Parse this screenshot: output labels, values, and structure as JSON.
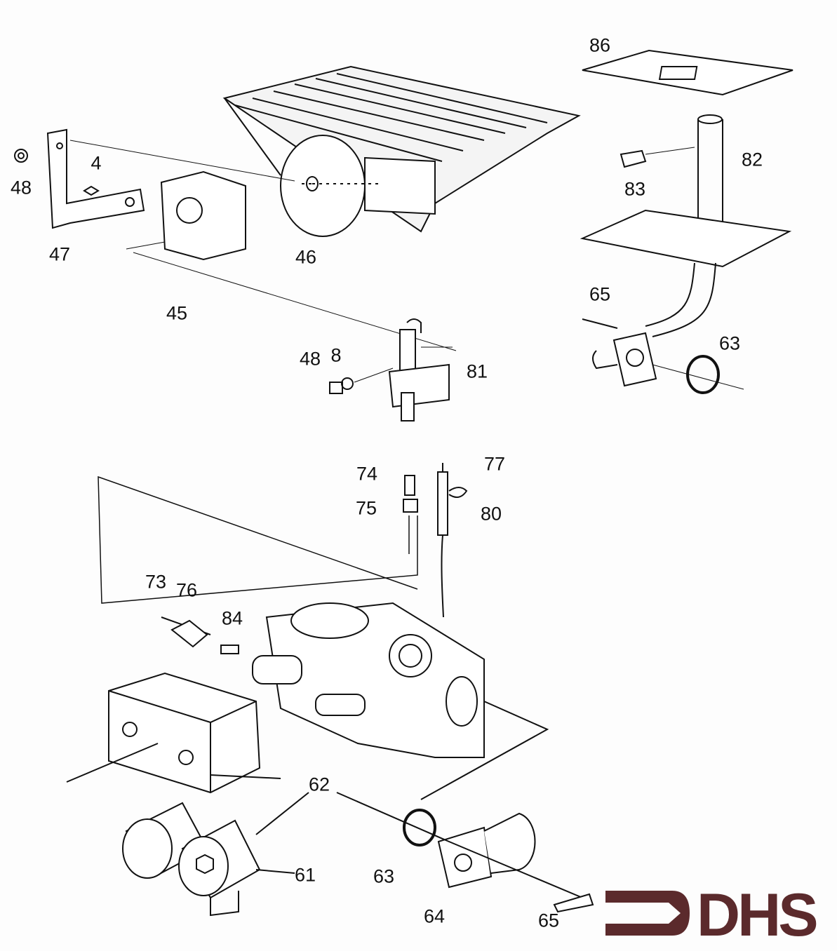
{
  "diagram": {
    "labels": [
      "86",
      "48",
      "4",
      "47",
      "46",
      "45",
      "83",
      "82",
      "65",
      "63",
      "48",
      "8",
      "81",
      "74",
      "77",
      "75",
      "80",
      "73",
      "76",
      "84",
      "62",
      "61",
      "63",
      "64",
      "65"
    ]
  },
  "logo": {
    "text": "DHS",
    "color": "#5b2a2c"
  }
}
